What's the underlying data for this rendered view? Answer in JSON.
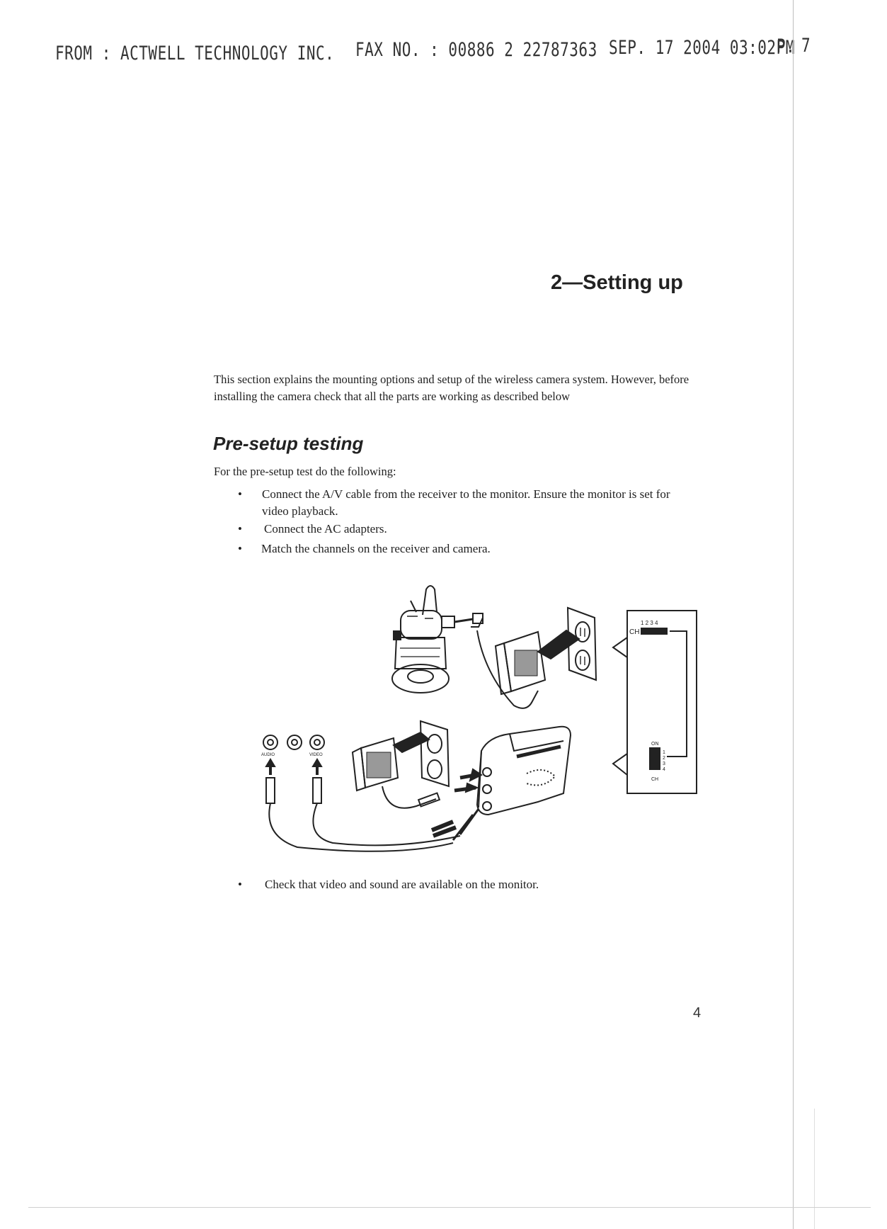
{
  "fax_header": {
    "from": "FROM : ACTWELL TECHNOLOGY INC.",
    "fax_no": "FAX NO. : 00886 2 22787363",
    "date": "SEP. 17 2004 03:02PM",
    "page_label": "P.",
    "page_no": "7"
  },
  "chapter_title": "2—Setting up",
  "intro": "This section explains the mounting options and setup of the wireless camera system. However, before installing the camera check that all the parts are working as described below",
  "section_title": "Pre-setup testing",
  "lead_in": "For the pre-setup test do the following:",
  "steps": [
    "Connect the A/V cable from the receiver to the monitor. Ensure the monitor is set for video playback.",
    "Connect the AC adapters.",
    "Match the channels on the receiver and camera."
  ],
  "final_step": "Check that video and sound are available on the monitor.",
  "page_number": "4",
  "diagram": {
    "switch_top_numbers": "1 2 3 4",
    "switch_top_label": "CH",
    "switch_bottom_on": "ON",
    "switch_bottom_numbers": [
      "1",
      "2",
      "3",
      "4"
    ],
    "switch_bottom_label": "CH",
    "jack_audio_label": "AUDIO",
    "jack_video_label": "VIDEO"
  }
}
